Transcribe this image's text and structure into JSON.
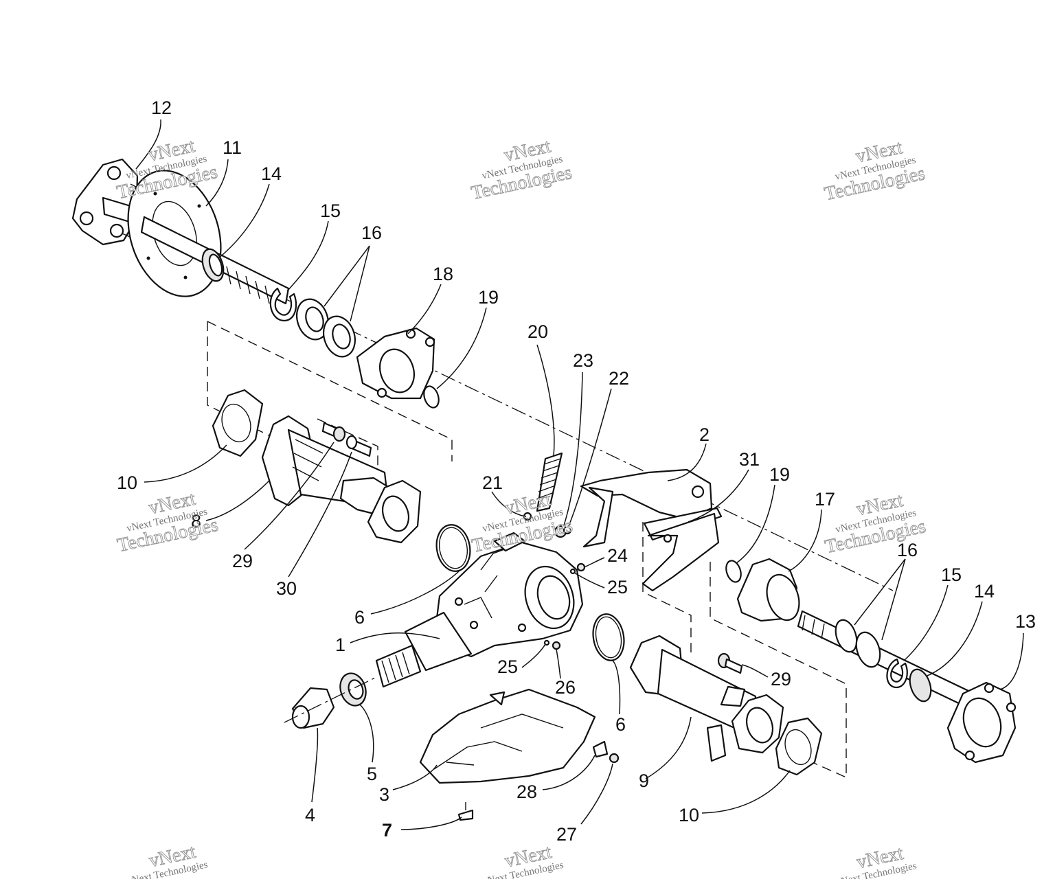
{
  "diagram": {
    "callouts": [
      "1",
      "2",
      "3",
      "4",
      "5",
      "6",
      "7",
      "8",
      "9",
      "10",
      "11",
      "12",
      "13",
      "14",
      "15",
      "16",
      "17",
      "18",
      "19",
      "20",
      "21",
      "22",
      "23",
      "24",
      "25",
      "26",
      "27",
      "28",
      "29",
      "30",
      "31"
    ],
    "labels": {
      "l1": "1",
      "l2": "2",
      "l3": "3",
      "l4": "4",
      "l5": "5",
      "l6a": "6",
      "l6b": "6",
      "l7": "7",
      "l8": "8",
      "l9": "9",
      "l10a": "10",
      "l10b": "10",
      "l11": "11",
      "l12": "12",
      "l13": "13",
      "l14a": "14",
      "l14b": "14",
      "l15a": "15",
      "l15b": "15",
      "l16a": "16",
      "l16b": "16",
      "l17": "17",
      "l18": "18",
      "l19a": "19",
      "l19b": "19",
      "l20": "20",
      "l21": "21",
      "l22": "22",
      "l23": "23",
      "l24": "24",
      "l25a": "25",
      "l25b": "25",
      "l26": "26",
      "l27": "27",
      "l28": "28",
      "l29a": "29",
      "l29b": "29",
      "l30": "30",
      "l31": "31"
    }
  },
  "watermark": {
    "line1": "vNext",
    "line2": "vNext Technologies",
    "line3": "Technologies"
  }
}
